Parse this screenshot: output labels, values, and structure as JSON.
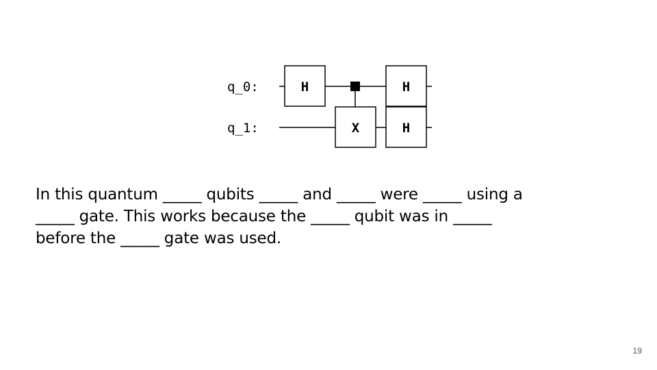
{
  "circuit": {
    "wires": [
      {
        "label": "q_0:"
      },
      {
        "label": "q_1:"
      }
    ],
    "gates": {
      "h_q0_first": "H",
      "cnot_target": "X",
      "h_q0_last": "H",
      "h_q1_last": "H"
    }
  },
  "prompt": {
    "lines": [
      "In this quantum _____ qubits _____ and _____ were _____ using a",
      "_____ gate. This works because the _____ qubit was in _____",
      "before the _____ gate was used."
    ]
  },
  "page_number": "19"
}
